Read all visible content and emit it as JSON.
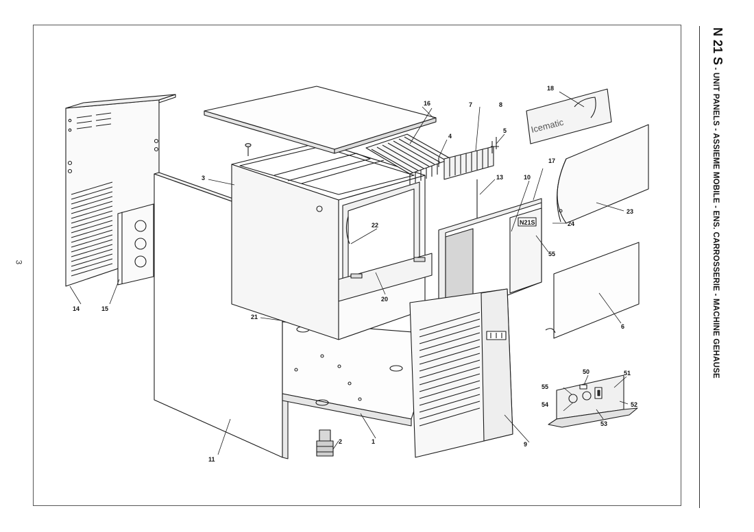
{
  "page_number": "3",
  "title": {
    "model": "N 21 S",
    "subtitle": " - UNIT PANELS - ASSIEME MOBILE - ENS. CARROSSERIE - MACHINE GEHAUSE"
  },
  "brand_plate_text": "Icematic",
  "model_badge_text": "N21S",
  "callouts": [
    {
      "id": "c16",
      "label": "16"
    },
    {
      "id": "c7",
      "label": "7"
    },
    {
      "id": "c8",
      "label": "8"
    },
    {
      "id": "c18",
      "label": "18"
    },
    {
      "id": "c5",
      "label": "5"
    },
    {
      "id": "c4",
      "label": "4"
    },
    {
      "id": "c3",
      "label": "3"
    },
    {
      "id": "c13",
      "label": "13"
    },
    {
      "id": "c10",
      "label": "10"
    },
    {
      "id": "c17",
      "label": "17"
    },
    {
      "id": "c23",
      "label": "23"
    },
    {
      "id": "c24",
      "label": "24"
    },
    {
      "id": "c22",
      "label": "22"
    },
    {
      "id": "c55a",
      "label": "55"
    },
    {
      "id": "c20",
      "label": "20"
    },
    {
      "id": "c14",
      "label": "14"
    },
    {
      "id": "c15",
      "label": "15"
    },
    {
      "id": "c21",
      "label": "21"
    },
    {
      "id": "c6",
      "label": "6"
    },
    {
      "id": "c50",
      "label": "50"
    },
    {
      "id": "c51",
      "label": "51"
    },
    {
      "id": "c55b",
      "label": "55"
    },
    {
      "id": "c54",
      "label": "54"
    },
    {
      "id": "c52",
      "label": "52"
    },
    {
      "id": "c53",
      "label": "53"
    },
    {
      "id": "c11",
      "label": "11"
    },
    {
      "id": "c2",
      "label": "2"
    },
    {
      "id": "c1",
      "label": "1"
    },
    {
      "id": "c9",
      "label": "9"
    }
  ]
}
